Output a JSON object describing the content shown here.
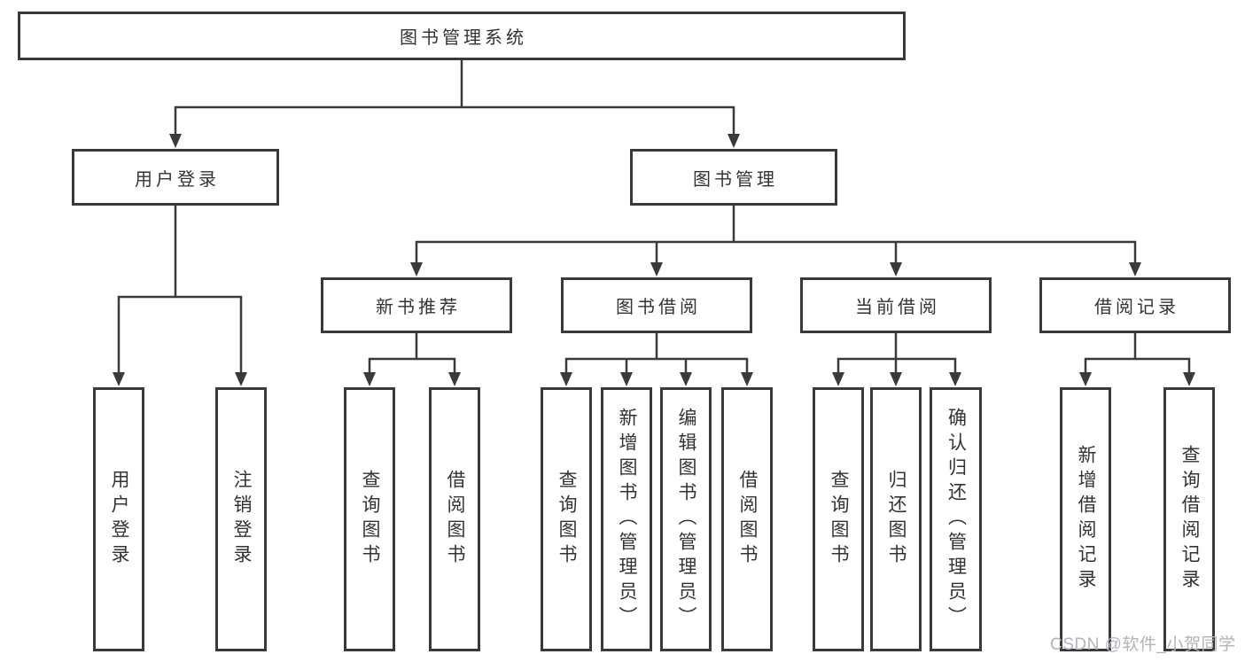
{
  "tree": {
    "root": "图书管理系统",
    "branches": [
      {
        "label": "用户登录",
        "children": [
          "用户登录",
          "注销登录"
        ]
      },
      {
        "label": "图书管理",
        "groups": [
          {
            "label": "新书推荐",
            "children": [
              "查询图书",
              "借阅图书"
            ]
          },
          {
            "label": "图书借阅",
            "children": [
              "查询图书",
              "新增图书（管理员）",
              "编辑图书（管理员）",
              "借阅图书"
            ]
          },
          {
            "label": "当前借阅",
            "children": [
              "查询图书",
              "归还图书",
              "确认归还（管理员）"
            ]
          },
          {
            "label": "借阅记录",
            "children": [
              "新增借阅记录",
              "查询借阅记录"
            ]
          }
        ]
      }
    ]
  },
  "watermark": "CSDN @软件_小贺同学",
  "colors": {
    "line": "#3a3a3a",
    "box_border": "#3a3a3a",
    "text": "#333333",
    "watermark": "#b3b3ba",
    "background": "#ffffff"
  }
}
